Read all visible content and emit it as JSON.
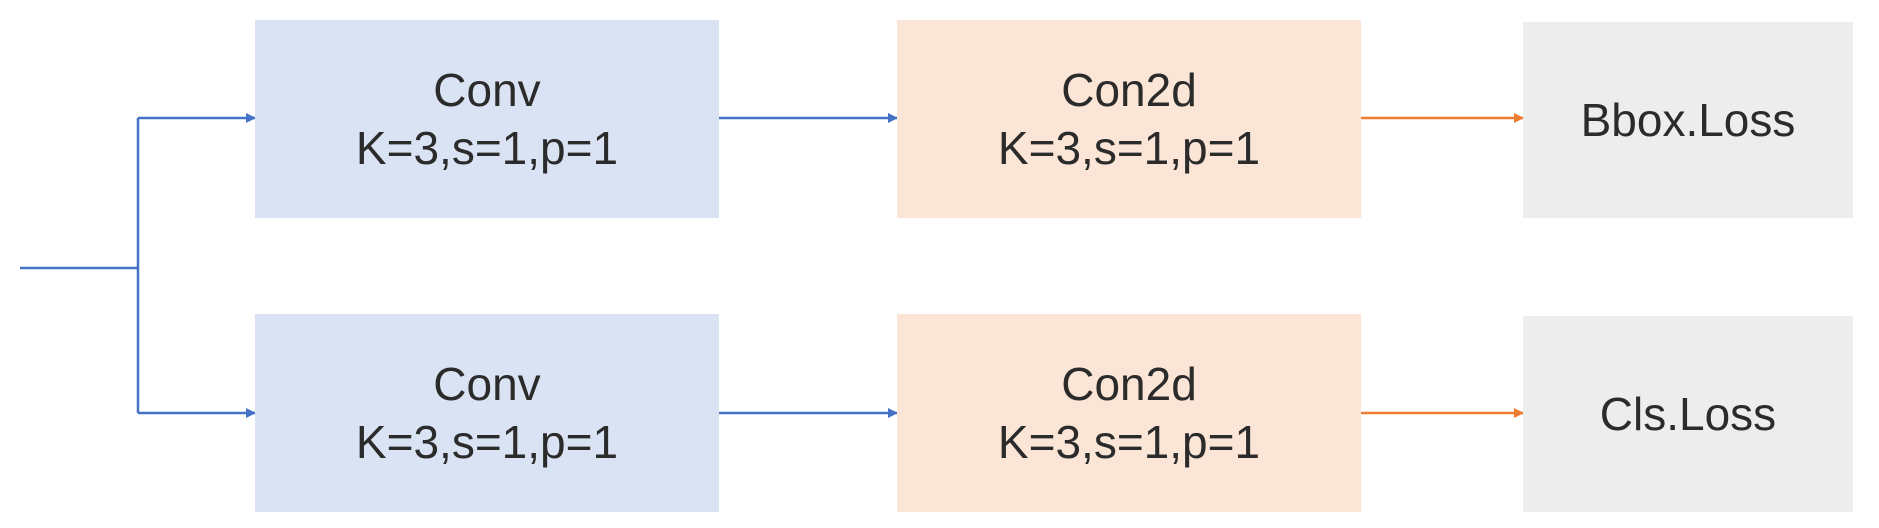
{
  "colors": {
    "conv_fill": "#dae3f3",
    "con2d_fill": "#fbe5d6",
    "loss_fill": "#ededed",
    "blue_arrow": "#4472c4",
    "orange_arrow": "#ed7d31"
  },
  "branches": {
    "top": {
      "conv": {
        "title": "Conv",
        "params": "K=3,s=1,p=1"
      },
      "con2d": {
        "title": "Con2d",
        "params": "K=3,s=1,p=1"
      },
      "loss": {
        "label": "Bbox.Loss"
      }
    },
    "bottom": {
      "conv": {
        "title": "Conv",
        "params": "K=3,s=1,p=1"
      },
      "con2d": {
        "title": "Con2d",
        "params": "K=3,s=1,p=1"
      },
      "loss": {
        "label": "Cls.Loss"
      }
    }
  }
}
